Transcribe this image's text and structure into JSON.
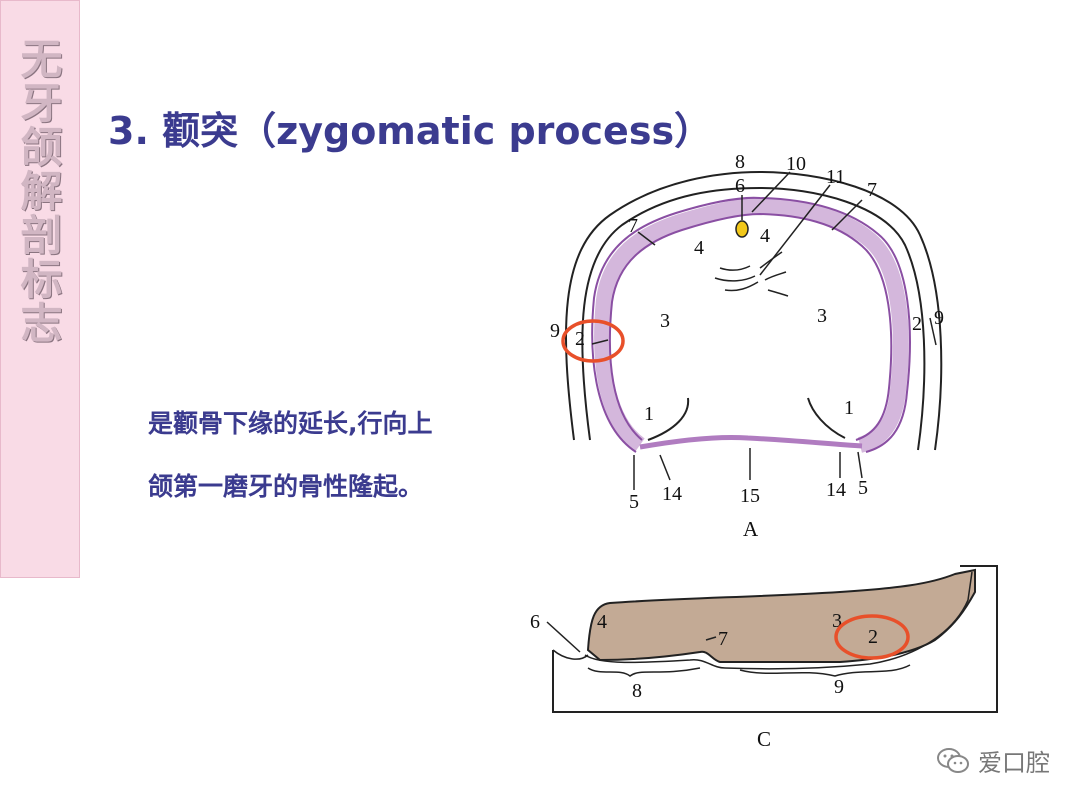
{
  "sidebar": {
    "title": "无牙颌解剖标志"
  },
  "slide": {
    "title": "3. 颧突（zygomatic process）",
    "description_line1": "是颧骨下缘的延长,行向上",
    "description_line2": "颌第一磨牙的骨性隆起。"
  },
  "figure_a": {
    "caption": "A",
    "labels": {
      "l1_left": "1",
      "l1_right": "1",
      "l2_left": "2",
      "l2_right": "2",
      "l3_left": "3",
      "l3_right": "3",
      "l4_left": "4",
      "l4_right": "4",
      "l5_left": "5",
      "l5_right": "5",
      "l6": "6",
      "l7_left": "7",
      "l7_right": "7",
      "l8": "8",
      "l9_left": "9",
      "l9_right": "9",
      "l10": "10",
      "l11": "11",
      "l14_left": "14",
      "l14_right": "14",
      "l15": "15"
    }
  },
  "figure_c": {
    "caption": "C",
    "labels": {
      "l6": "6",
      "l4": "4",
      "l7": "7",
      "l3": "3",
      "l2": "2",
      "l8": "8",
      "l9": "9"
    }
  },
  "highlight_color": "#e8502a",
  "tissue_color": "#c3aa95",
  "outline_color": "#b07cc0",
  "watermark": {
    "text": "爱口腔",
    "icon": "wechat-icon"
  }
}
